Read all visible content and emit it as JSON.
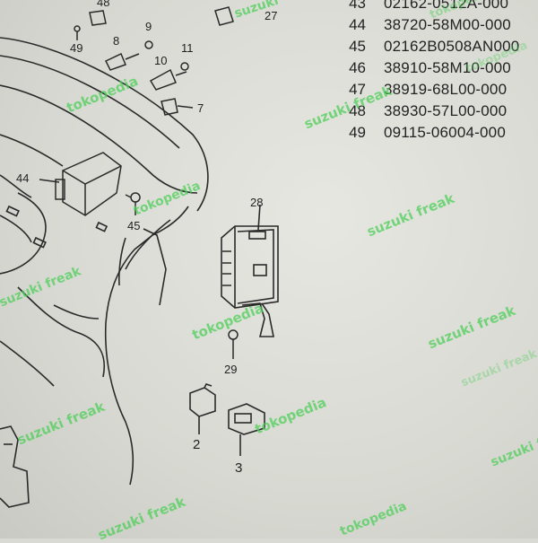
{
  "parts_list": [
    {
      "no": "43",
      "part_number": "02162-0512A-000"
    },
    {
      "no": "44",
      "part_number": "38720-58M00-000"
    },
    {
      "no": "45",
      "part_number": "02162B0508AN000"
    },
    {
      "no": "46",
      "part_number": "38910-58M10-000"
    },
    {
      "no": "47",
      "part_number": "38919-68L00-000"
    },
    {
      "no": "48",
      "part_number": "38930-57L00-000"
    },
    {
      "no": "49",
      "part_number": "09115-06004-000"
    }
  ],
  "callouts": {
    "c48": "48",
    "c27": "27",
    "c9": "9",
    "c8": "8",
    "c49": "49",
    "c11": "11",
    "c10": "10",
    "c7": "7",
    "c44": "44",
    "c45": "45",
    "c28": "28",
    "c29": "29",
    "c2": "2",
    "c3": "3"
  },
  "watermarks": {
    "w1": "suzuki",
    "w2": "tokopedia",
    "w3": "suzuki freak",
    "w4": "tokopedia",
    "w5": "suzuki freak",
    "w6": "tokopedia",
    "w7": "suzuki freak",
    "w8": "suzuki freak",
    "w9": "tokopedia",
    "w10": "suzuki freak",
    "w11": "tokopedia",
    "w12": "suzuki freak",
    "w13": "suzuki freak",
    "w14": "tokopedia",
    "w15": "tokopedia",
    "w16": "suzuki freak"
  },
  "colors": {
    "watermark": "#4fcf5a",
    "ink": "#222222",
    "paper": "#d9dad3"
  }
}
